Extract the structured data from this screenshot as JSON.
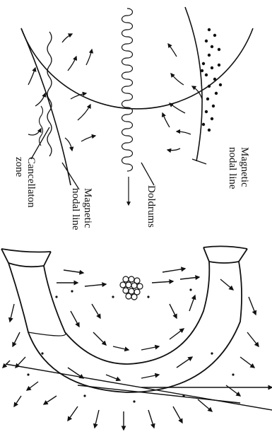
{
  "labels": {
    "cancellation_zone": "Cancellaton\nzone",
    "magnetic_nodal_line_left": "Magnetic\nnodal line",
    "doldrums": "Doldrums",
    "magnetic_nodal_line_right": "Magnetic\nnodal line"
  },
  "colors": {
    "ink": "#111111",
    "background": "#ffffff"
  }
}
